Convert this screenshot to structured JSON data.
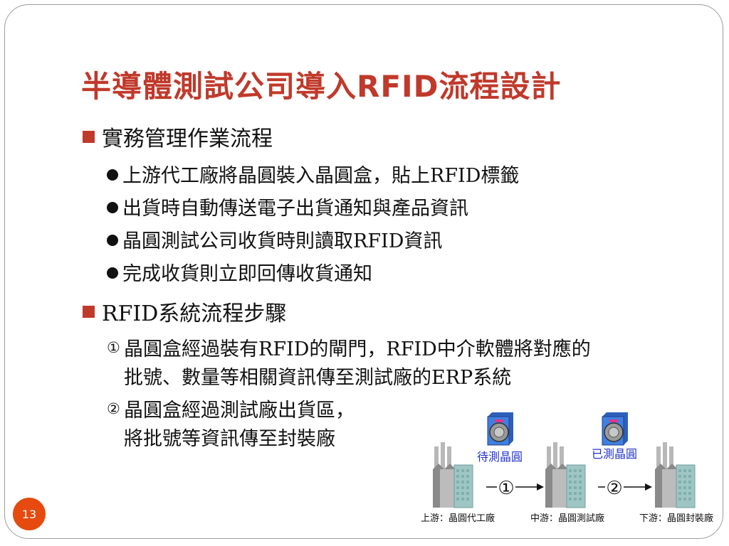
{
  "slide": {
    "title": "半導體測試公司導入RFID流程設計",
    "page_number": "13"
  },
  "section1": {
    "heading": "實務管理作業流程",
    "items": [
      "上游代工廠將晶圓裝入晶圓盒，貼上RFID標籤",
      "出貨時自動傳送電子出貨通知與產品資訊",
      "晶圓測試公司收貨時則讀取RFID資訊",
      "完成收貨則立即回傳收貨通知"
    ]
  },
  "section2": {
    "heading": "RFID系統流程步驟",
    "steps": [
      {
        "marker": "①",
        "line1": "晶圓盒經過裝有RFID的閘門，RFID中介軟體將對應的",
        "line2": "批號、數量等相關資訊傳至測試廠的ERP系統"
      },
      {
        "marker": "②",
        "line1": "晶圓盒經過測試廠出貨區，",
        "line2": "將批號等資訊傳至封裝廠"
      }
    ]
  },
  "diagram": {
    "box_label_1": "待測晶圓",
    "box_label_2": "已測晶圓",
    "arrow_1": "①",
    "arrow_2": "②",
    "factory_labels": [
      "上游：晶圓代工廠",
      "中游：晶圓測試廠",
      "下游：晶圓封裝廠"
    ],
    "colors": {
      "title": "#c0392b",
      "box_label": "#2233cc",
      "box_face": "#3f7fe0",
      "building": "#9fc6c4"
    }
  }
}
